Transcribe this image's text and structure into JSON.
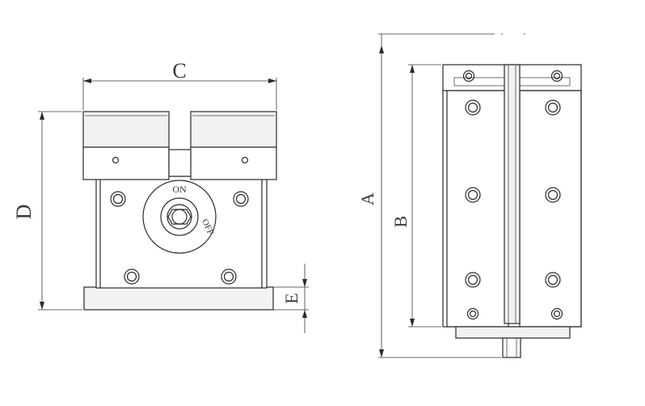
{
  "dimensions": {
    "a": "A",
    "b": "B",
    "c": "C",
    "d": "D",
    "e": "E"
  },
  "knob": {
    "on_label": "ON",
    "off_label": "OFF"
  },
  "colors": {
    "line": "#2a2a2a",
    "background": "#ffffff",
    "face_shade": "#f2f2f2"
  }
}
